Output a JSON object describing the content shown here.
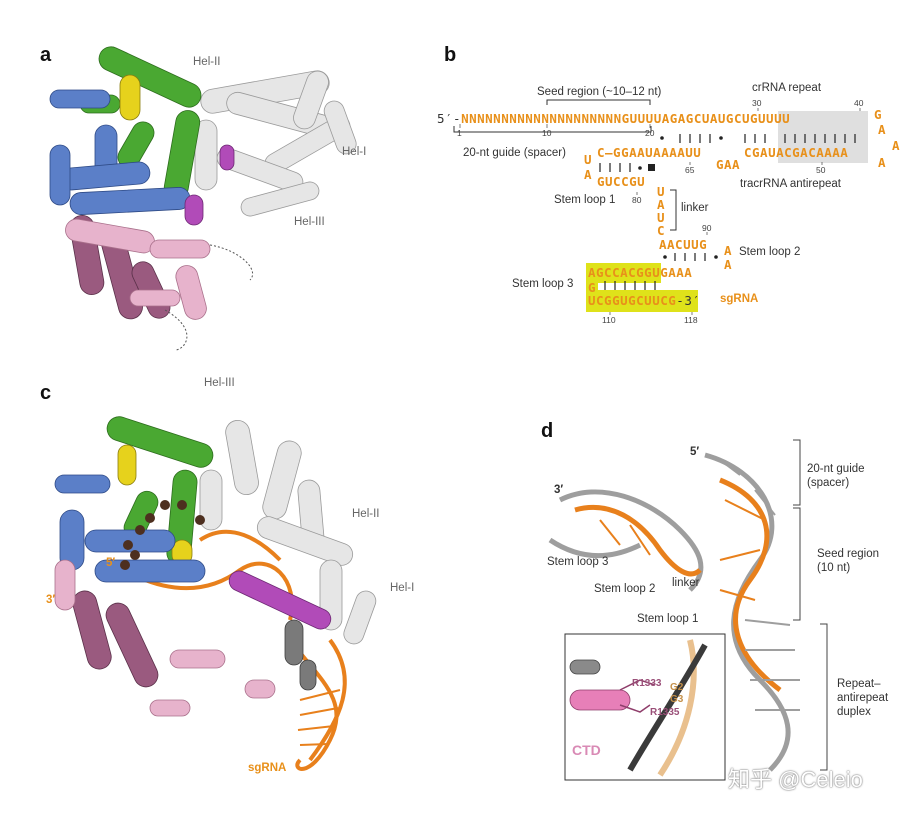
{
  "panels": {
    "a": {
      "letter": "a",
      "labels": {
        "hel2": "Hel-II",
        "hel1": "Hel-I",
        "hel3": "Hel-III"
      }
    },
    "b": {
      "letter": "b",
      "seed_region": "Seed region (~10–12 nt)",
      "crrna_repeat": "crRNA repeat",
      "seq_top_prefix": "5′-",
      "seq_top_n": "NNNNNNNNNNNNNNNNNNNN",
      "seq_top_rest": "GUUUUAGAGCUA",
      "seq_top_box": "UGCUGUUUU",
      "loop_right_1": "G",
      "loop_right_2": "A",
      "loop_right_3": "A",
      "loop_right_4": "A",
      "guide_label": "20-nt guide (spacer)",
      "seq_mid_a": "C–GGAAUAAAAUU",
      "seq_mid_b": "CGAUACGACAAAA",
      "seq_mid_u": "U",
      "seq_mid_a2": "A",
      "seq_gaa": "GAA",
      "seq_gucc": "GUCCGU",
      "tracr_label": "tracrRNA antirepeat",
      "stem_loop_1": "Stem loop 1",
      "linker": "linker",
      "linker_seq_u1": "U",
      "linker_seq_a": "A",
      "linker_seq_u2": "U",
      "linker_seq_c": "C",
      "sl2_top": "AACUUG",
      "sl2_a1": "A",
      "sl2_a2": "A",
      "stem_loop_2": "Stem loop 2",
      "sl3_top": "AGCCACGGUGAAA",
      "sl3_g": "G",
      "sl3_bottom": "UCGGUGCUUCG",
      "sl3_suffix": "-3′",
      "sgrna_label": "sgRNA",
      "stem_loop_3": "Stem loop 3",
      "numbers": {
        "n1": "1",
        "n10": "10",
        "n20": "20",
        "n30": "30",
        "n40": "40",
        "n50": "50",
        "n65": "65",
        "n80": "80",
        "n90": "90",
        "n110": "110",
        "n118": "118"
      }
    },
    "c": {
      "letter": "c",
      "labels": {
        "hel3": "Hel-III",
        "hel2": "Hel-II",
        "hel1": "Hel-I",
        "five": "5′",
        "three": "3′",
        "sgrna": "sgRNA"
      }
    },
    "d": {
      "letter": "d",
      "labels": {
        "five": "5′",
        "three": "3′",
        "guide": "20-nt guide",
        "guide2": "(spacer)",
        "seed": "Seed region",
        "seed2": "(10 nt)",
        "stem_loop_3": "Stem loop 3",
        "stem_loop_2": "Stem loop 2",
        "linker": "linker",
        "stem_loop_1": "Stem loop 1",
        "repeat": "Repeat–",
        "repeat2": "antirepeat",
        "repeat3": "duplex",
        "r1333": "R1333",
        "r1335": "R1335",
        "g2": "G2",
        "g3": "G3",
        "ctd": "CTD"
      }
    }
  },
  "watermark": "知乎 @Celeio",
  "colors": {
    "blue": "#5b7fc8",
    "green": "#4aa832",
    "yellow": "#e6d21c",
    "mauve": "#9a5a7f",
    "pink": "#e7b3cc",
    "magenta": "#b14bb8",
    "gray": "#bdbdbd",
    "orange": "#e8801c",
    "seq_orange": "#e8901a",
    "highlight_yellow": "#dfe21a"
  }
}
